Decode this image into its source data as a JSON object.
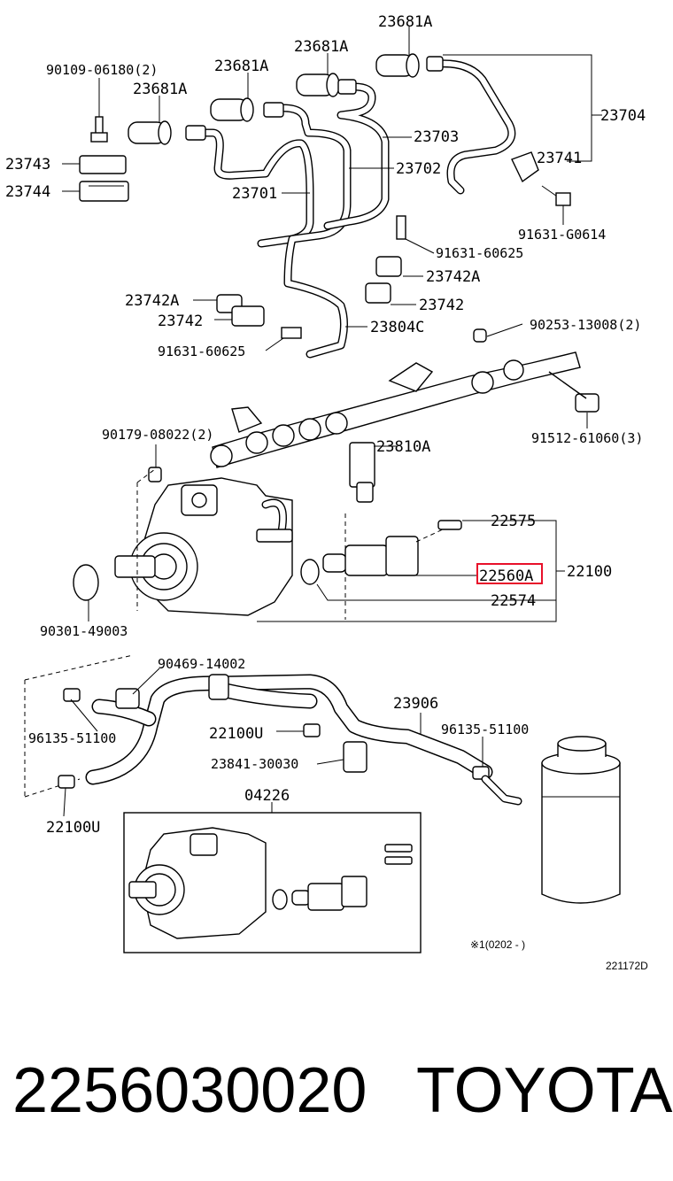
{
  "diagram": {
    "callouts": [
      {
        "id": "c1",
        "text": "90109-06180(2)"
      },
      {
        "id": "c2",
        "text": "23681A"
      },
      {
        "id": "c3",
        "text": "23681A"
      },
      {
        "id": "c4",
        "text": "23681A"
      },
      {
        "id": "c5",
        "text": "23681A"
      },
      {
        "id": "c6",
        "text": "23704"
      },
      {
        "id": "c7",
        "text": "23703"
      },
      {
        "id": "c8",
        "text": "23702"
      },
      {
        "id": "c9",
        "text": "23741"
      },
      {
        "id": "c10",
        "text": "23743"
      },
      {
        "id": "c11",
        "text": "23744"
      },
      {
        "id": "c12",
        "text": "23701"
      },
      {
        "id": "c13",
        "text": "91631-G0614"
      },
      {
        "id": "c14",
        "text": "91631-60625"
      },
      {
        "id": "c15",
        "text": "23742A"
      },
      {
        "id": "c16",
        "text": "23742A"
      },
      {
        "id": "c17",
        "text": "23742"
      },
      {
        "id": "c18",
        "text": "23742"
      },
      {
        "id": "c19",
        "text": "91631-60625"
      },
      {
        "id": "c20",
        "text": "23804C"
      },
      {
        "id": "c21",
        "text": "90253-13008(2)"
      },
      {
        "id": "c22",
        "text": "90179-08022(2)"
      },
      {
        "id": "c23",
        "text": "91512-61060(3)"
      },
      {
        "id": "c24",
        "text": "23810A"
      },
      {
        "id": "c25",
        "text": "22575"
      },
      {
        "id": "c26",
        "text": "22560A"
      },
      {
        "id": "c27",
        "text": "22100"
      },
      {
        "id": "c28",
        "text": "22574"
      },
      {
        "id": "c29",
        "text": "90301-49003"
      },
      {
        "id": "c30",
        "text": "90469-14002"
      },
      {
        "id": "c31",
        "text": "23906"
      },
      {
        "id": "c32",
        "text": "96135-51100"
      },
      {
        "id": "c33",
        "text": "96135-51100"
      },
      {
        "id": "c34",
        "text": "22100U"
      },
      {
        "id": "c35",
        "text": "23841-30030"
      },
      {
        "id": "c36",
        "text": "22100U"
      },
      {
        "id": "c37",
        "text": "04226"
      }
    ],
    "footnote": "※1(0202 -        )",
    "drawing_code": "221172D",
    "highlight_color": "#e8102a"
  },
  "footer": {
    "part_number": "2256030020",
    "brand": "TOYOTA"
  }
}
